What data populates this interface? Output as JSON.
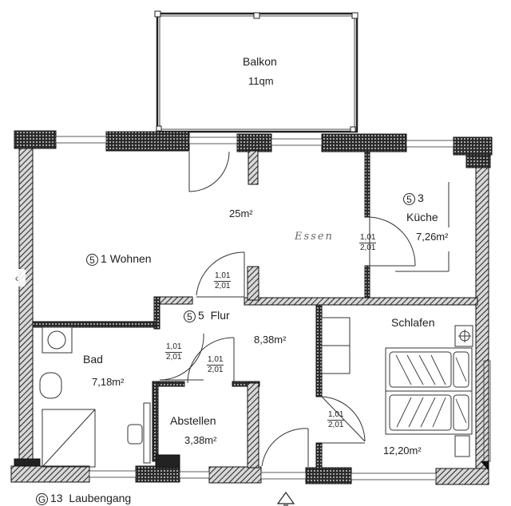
{
  "balcony": {
    "name": "Balkon",
    "area": "11qm"
  },
  "rooms": {
    "wohnen": {
      "marker": "5",
      "number": "1",
      "name": "Wohnen",
      "area": "25m²"
    },
    "essen": {
      "handwritten": "Essen"
    },
    "kueche": {
      "marker": "5",
      "number": "3",
      "name": "Küche",
      "area": "7,26m²"
    },
    "flur": {
      "marker": "5",
      "number": "5",
      "name": "Flur",
      "area": "8,38m²"
    },
    "schlafen": {
      "name": "Schlafen",
      "area": "12,20m²"
    },
    "bad": {
      "name": "Bad",
      "area": "7,18m²"
    },
    "abstellen": {
      "name": "Abstellen",
      "area": "3,38m²"
    }
  },
  "doors": [
    {
      "id": "wohnen-flur",
      "width": "1,01",
      "height": "2,01"
    },
    {
      "id": "kueche",
      "width": "1,01",
      "height": "2,01"
    },
    {
      "id": "bad",
      "width": "1,01",
      "height": "2,01"
    },
    {
      "id": "abstellen",
      "width": "1,01",
      "height": "2,01"
    },
    {
      "id": "schlafen",
      "width": "1,01",
      "height": "2,01"
    }
  ],
  "corridor": {
    "marker": "G",
    "number": "13",
    "name": "Laubengang"
  },
  "navigation": {
    "prev_icon": "chevron-left-icon",
    "prev_glyph": "‹"
  },
  "colors": {
    "ink": "#1e1e1e",
    "wall_fill": "#6a6a6a",
    "paper": "#ffffff"
  }
}
